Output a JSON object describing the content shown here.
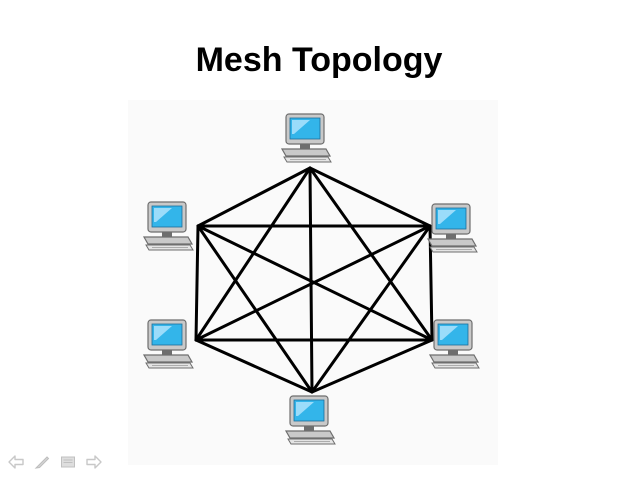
{
  "slide": {
    "title": "Mesh Topology"
  },
  "diagram": {
    "nodes": [
      {
        "id": "top",
        "icon": "computer-icon"
      },
      {
        "id": "upper-right",
        "icon": "computer-icon"
      },
      {
        "id": "lower-right",
        "icon": "computer-icon"
      },
      {
        "id": "bottom",
        "icon": "computer-icon"
      },
      {
        "id": "lower-left",
        "icon": "computer-icon"
      },
      {
        "id": "upper-left",
        "icon": "computer-icon"
      }
    ],
    "links": [
      [
        "top",
        "upper-right"
      ],
      [
        "top",
        "lower-right"
      ],
      [
        "top",
        "bottom"
      ],
      [
        "top",
        "lower-left"
      ],
      [
        "top",
        "upper-left"
      ],
      [
        "upper-right",
        "lower-right"
      ],
      [
        "upper-right",
        "bottom"
      ],
      [
        "upper-right",
        "lower-left"
      ],
      [
        "upper-right",
        "upper-left"
      ],
      [
        "lower-right",
        "bottom"
      ],
      [
        "lower-right",
        "lower-left"
      ],
      [
        "lower-right",
        "upper-left"
      ],
      [
        "bottom",
        "lower-left"
      ],
      [
        "bottom",
        "upper-left"
      ],
      [
        "lower-left",
        "upper-left"
      ]
    ]
  },
  "navigation": {
    "buttons": [
      {
        "name": "previous-slide-button",
        "icon": "arrow-left-icon"
      },
      {
        "name": "pen-tool-button",
        "icon": "pen-icon"
      },
      {
        "name": "slide-menu-button",
        "icon": "menu-icon"
      },
      {
        "name": "next-slide-button",
        "icon": "arrow-right-icon"
      }
    ]
  },
  "colors": {
    "link": "#000000",
    "screen": "#33b5ea",
    "screen_highlight": "#bfeaff",
    "monitor_case": "#c9c9c9",
    "monitor_shadow": "#6e6e6e",
    "nav_icon": "#c8c8c8"
  }
}
